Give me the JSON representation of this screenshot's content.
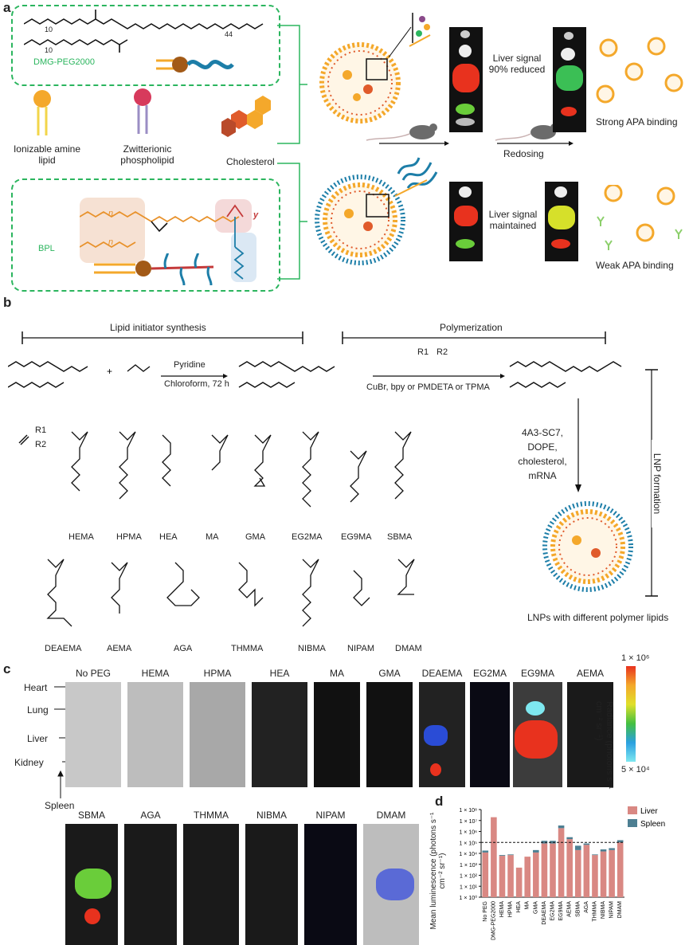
{
  "panel_a": {
    "letter": "a",
    "dmg_label": "DMG-PEG2000",
    "dmg_subs": [
      "10",
      "10",
      "44"
    ],
    "ionizable": "Ionizable amine lipid",
    "zwitterionic": "Zwitterionic phospholipid",
    "cholesterol": "Cholesterol",
    "bpl_label": "BPL",
    "bpl_subs": [
      "n",
      "n",
      "y"
    ],
    "top_signal": "Liver signal 90% reduced",
    "redosing": "Redosing",
    "strong_apa": "Strong APA binding",
    "bottom_signal": "Liver signal maintained",
    "weak_apa": "Weak APA binding"
  },
  "panel_b": {
    "letter": "b",
    "lipid_initiator": "Lipid initiator synthesis",
    "polymerization": "Polymerization",
    "pyridine": "Pyridine",
    "chloroform": "Chloroform, 72 h",
    "catalyst": "CuBr, bpy or PMDETA or TPMA",
    "r1": "R1",
    "r2": "R2",
    "lnp_formation": "LNP formation",
    "formulation": [
      "4A3-SC7,",
      "DOPE,",
      "cholesterol,",
      "mRNA"
    ],
    "lnp_caption": "LNPs with different polymer lipids",
    "monomers_row1": [
      "HEMA",
      "HPMA",
      "HEA",
      "MA",
      "GMA",
      "EG2MA",
      "EG9MA",
      "SBMA"
    ],
    "monomers_row2": [
      "DEAEMA",
      "AEMA",
      "AGA",
      "THMMA",
      "NIBMA",
      "NIPAM",
      "DMAM"
    ]
  },
  "panel_c": {
    "letter": "c",
    "organs": [
      "Heart",
      "Lung",
      "Liver",
      "Kidney",
      "Spleen"
    ],
    "row1": [
      "No PEG",
      "HEMA",
      "HPMA",
      "HEA",
      "MA",
      "GMA",
      "DEAEMA",
      "EG2MA",
      "EG9MA",
      "AEMA"
    ],
    "row2": [
      "SBMA",
      "AGA",
      "THMMA",
      "NIBMA",
      "NIPAM",
      "DMAM"
    ],
    "scale_max": "1 × 10⁶",
    "scale_min": "5 × 10⁴",
    "scale_title": "Radiance (photons s⁻¹ cm⁻² sr⁻¹)"
  },
  "panel_d": {
    "letter": "d",
    "chart_data": {
      "type": "bar",
      "ylabel": "Mean luminescence (photons s⁻¹ cm⁻² sr⁻¹)",
      "y_scale": "log",
      "ylim": [
        1,
        100000000
      ],
      "yticks": [
        "1 × 10⁰",
        "1 × 10¹",
        "1 × 10²",
        "1 × 10³",
        "1 × 10⁴",
        "1 × 10⁵",
        "1 × 10⁶",
        "1 × 10⁷",
        "1 × 10⁸"
      ],
      "categories": [
        "No PEG",
        "DMG-PEG2000",
        "HEMA",
        "HPMA",
        "HEA",
        "MA",
        "GMA",
        "DEAEMA",
        "EG2MA",
        "EG9MA",
        "AEMA",
        "SBMA",
        "AGA",
        "THMMA",
        "NIBMA",
        "NIPAM",
        "DMAM"
      ],
      "series": [
        {
          "name": "Liver",
          "color": "#d98883",
          "values": [
            12000,
            20000000,
            6000,
            7000,
            500,
            5000,
            12000,
            80000,
            80000,
            2000000,
            200000,
            20000,
            60000,
            7000,
            15000,
            20000,
            100000
          ]
        },
        {
          "name": "Spleen",
          "color": "#4d7f92",
          "values": [
            6000,
            0,
            1000,
            1000,
            0,
            0,
            8000,
            60000,
            60000,
            1500000,
            100000,
            30000,
            20000,
            1000,
            8000,
            10000,
            60000
          ]
        }
      ],
      "reference_line": 100000,
      "legend_position": "top-right"
    }
  }
}
